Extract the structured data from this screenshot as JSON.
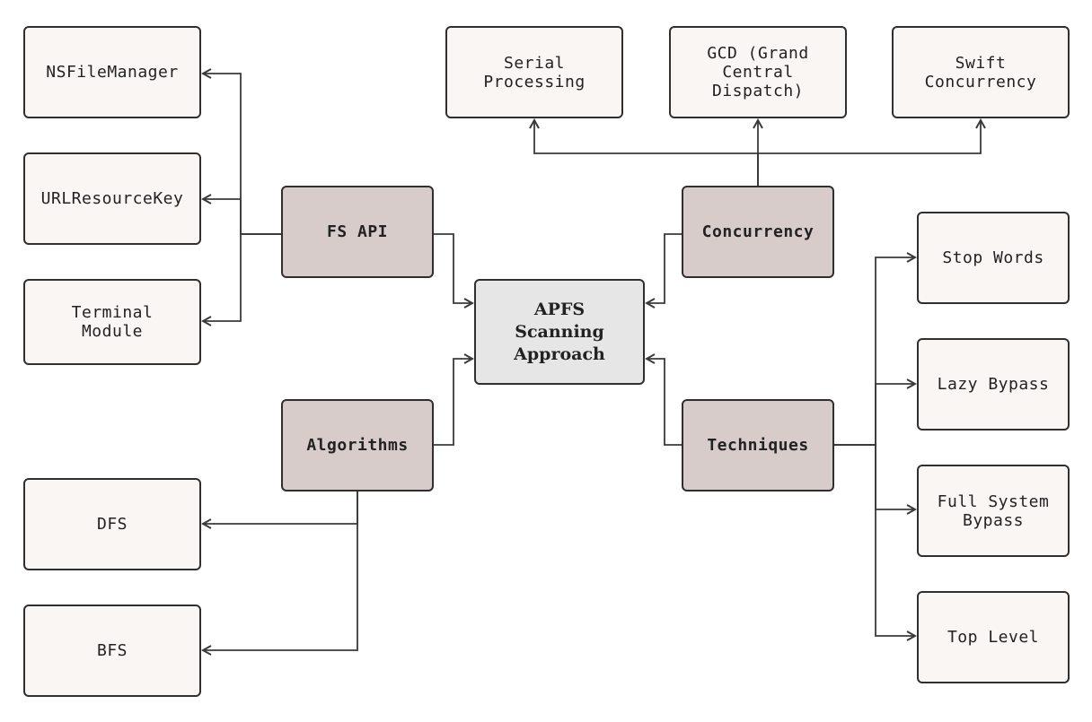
{
  "diagram": {
    "center": {
      "label": "APFS\nScanning\nApproach"
    },
    "groups": {
      "fs_api": {
        "label": "FS API"
      },
      "concurrency": {
        "label": "Concurrency"
      },
      "algorithms": {
        "label": "Algorithms"
      },
      "techniques": {
        "label": "Techniques"
      }
    },
    "leaves": {
      "nsfilemanager": {
        "label": "NSFileManager"
      },
      "urlresourcekey": {
        "label": "URLResourceKey"
      },
      "terminal_module": {
        "label": "Terminal\nModule"
      },
      "serial_processing": {
        "label": "Serial\nProcessing"
      },
      "gcd": {
        "label": "GCD (Grand\nCentral\nDispatch)"
      },
      "swift_concurrency": {
        "label": "Swift\nConcurrency"
      },
      "dfs": {
        "label": "DFS"
      },
      "bfs": {
        "label": "BFS"
      },
      "stop_words": {
        "label": "Stop Words"
      },
      "lazy_bypass": {
        "label": "Lazy Bypass"
      },
      "full_system_bypass": {
        "label": "Full System\nBypass"
      },
      "top_level": {
        "label": "Top Level"
      }
    },
    "edges": [
      {
        "from": "fs_api",
        "to": "nsfilemanager"
      },
      {
        "from": "fs_api",
        "to": "urlresourcekey"
      },
      {
        "from": "fs_api",
        "to": "terminal_module"
      },
      {
        "from": "fs_api",
        "to": "center"
      },
      {
        "from": "concurrency",
        "to": "serial_processing"
      },
      {
        "from": "concurrency",
        "to": "gcd"
      },
      {
        "from": "concurrency",
        "to": "swift_concurrency"
      },
      {
        "from": "concurrency",
        "to": "center"
      },
      {
        "from": "algorithms",
        "to": "dfs"
      },
      {
        "from": "algorithms",
        "to": "bfs"
      },
      {
        "from": "algorithms",
        "to": "center"
      },
      {
        "from": "techniques",
        "to": "stop_words"
      },
      {
        "from": "techniques",
        "to": "lazy_bypass"
      },
      {
        "from": "techniques",
        "to": "full_system_bypass"
      },
      {
        "from": "techniques",
        "to": "top_level"
      },
      {
        "from": "techniques",
        "to": "center"
      }
    ]
  }
}
